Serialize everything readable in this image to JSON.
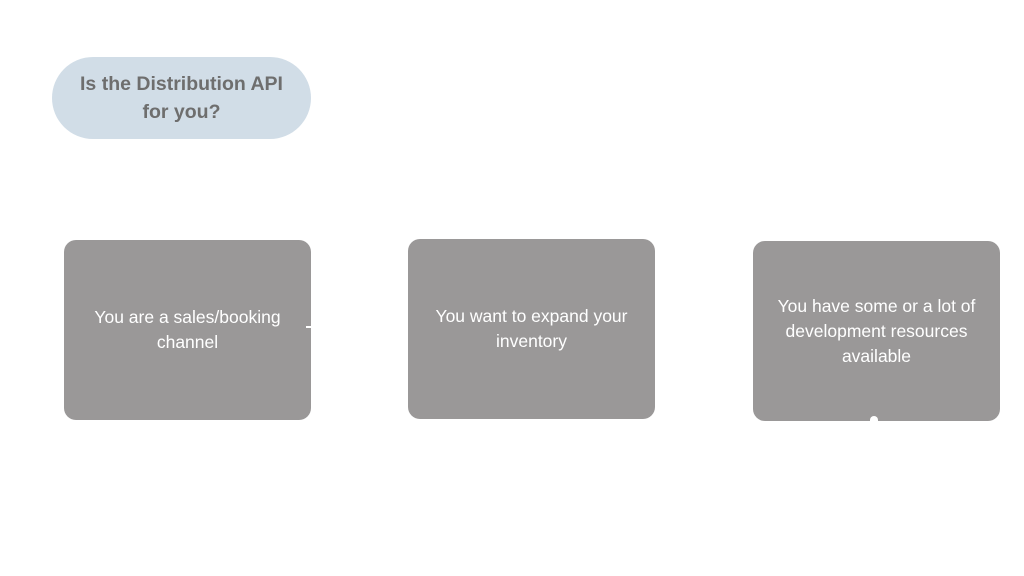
{
  "title": {
    "text": "Is the Distribution API for you?"
  },
  "cards": [
    {
      "label": "You are a sales/booking channel"
    },
    {
      "label": "You want to expand your inventory"
    },
    {
      "label": "You have some or a lot of development resources available"
    }
  ],
  "colors": {
    "title_pill": "#d1dde7",
    "title_text": "#6e6e6e",
    "card_fill": "#9a9898",
    "card_text": "#ffffff",
    "background": "#ffffff"
  }
}
